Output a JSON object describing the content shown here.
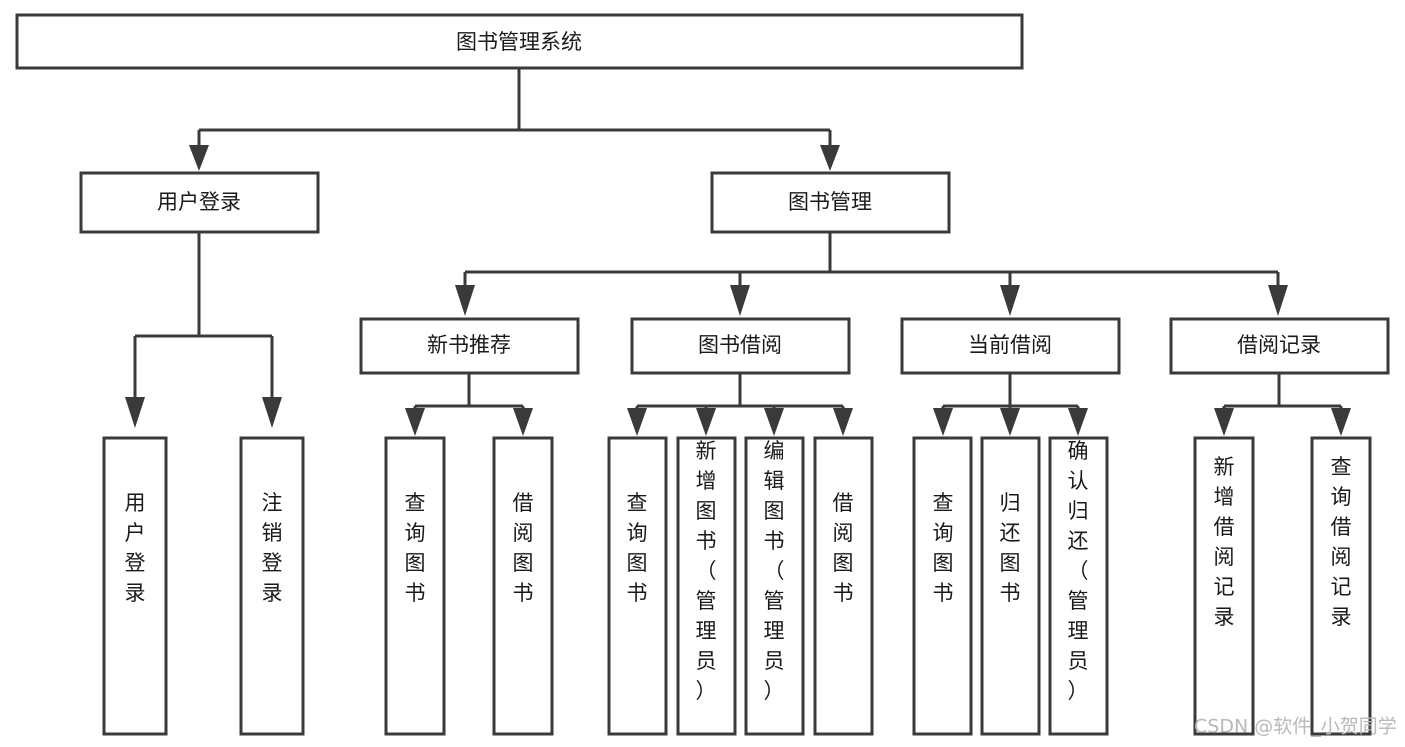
{
  "diagram": {
    "title": "图书管理系统",
    "type": "tree-hierarchy-chart",
    "watermark": "CSDN @软件_小贺同学",
    "colors": {
      "background": "#ffffff",
      "box_stroke": "#3a3a3a",
      "box_fill": "#ffffff",
      "text": "#1a1a1a",
      "connector": "#3a3a3a",
      "watermark": "#b9b9b9"
    },
    "levels": {
      "root": {
        "label": "图书管理系统"
      },
      "level2": [
        {
          "label": "用户登录"
        },
        {
          "label": "图书管理"
        }
      ],
      "level3": [
        {
          "label": "新书推荐"
        },
        {
          "label": "图书借阅"
        },
        {
          "label": "当前借阅"
        },
        {
          "label": "借阅记录"
        }
      ],
      "leaves_user_login": [
        {
          "label": "用户登录"
        },
        {
          "label": "注销登录"
        }
      ],
      "leaves_new_book": [
        {
          "label": "查询图书"
        },
        {
          "label": "借阅图书"
        }
      ],
      "leaves_borrow": [
        {
          "label": "查询图书"
        },
        {
          "label": "新增图书（管理员）"
        },
        {
          "label": "编辑图书（管理员）"
        },
        {
          "label": "借阅图书"
        }
      ],
      "leaves_current": [
        {
          "label": "查询图书"
        },
        {
          "label": "归还图书"
        },
        {
          "label": "确认归还（管理员）"
        }
      ],
      "leaves_records": [
        {
          "label": "新增借阅记录"
        },
        {
          "label": "查询借阅记录"
        }
      ]
    }
  }
}
